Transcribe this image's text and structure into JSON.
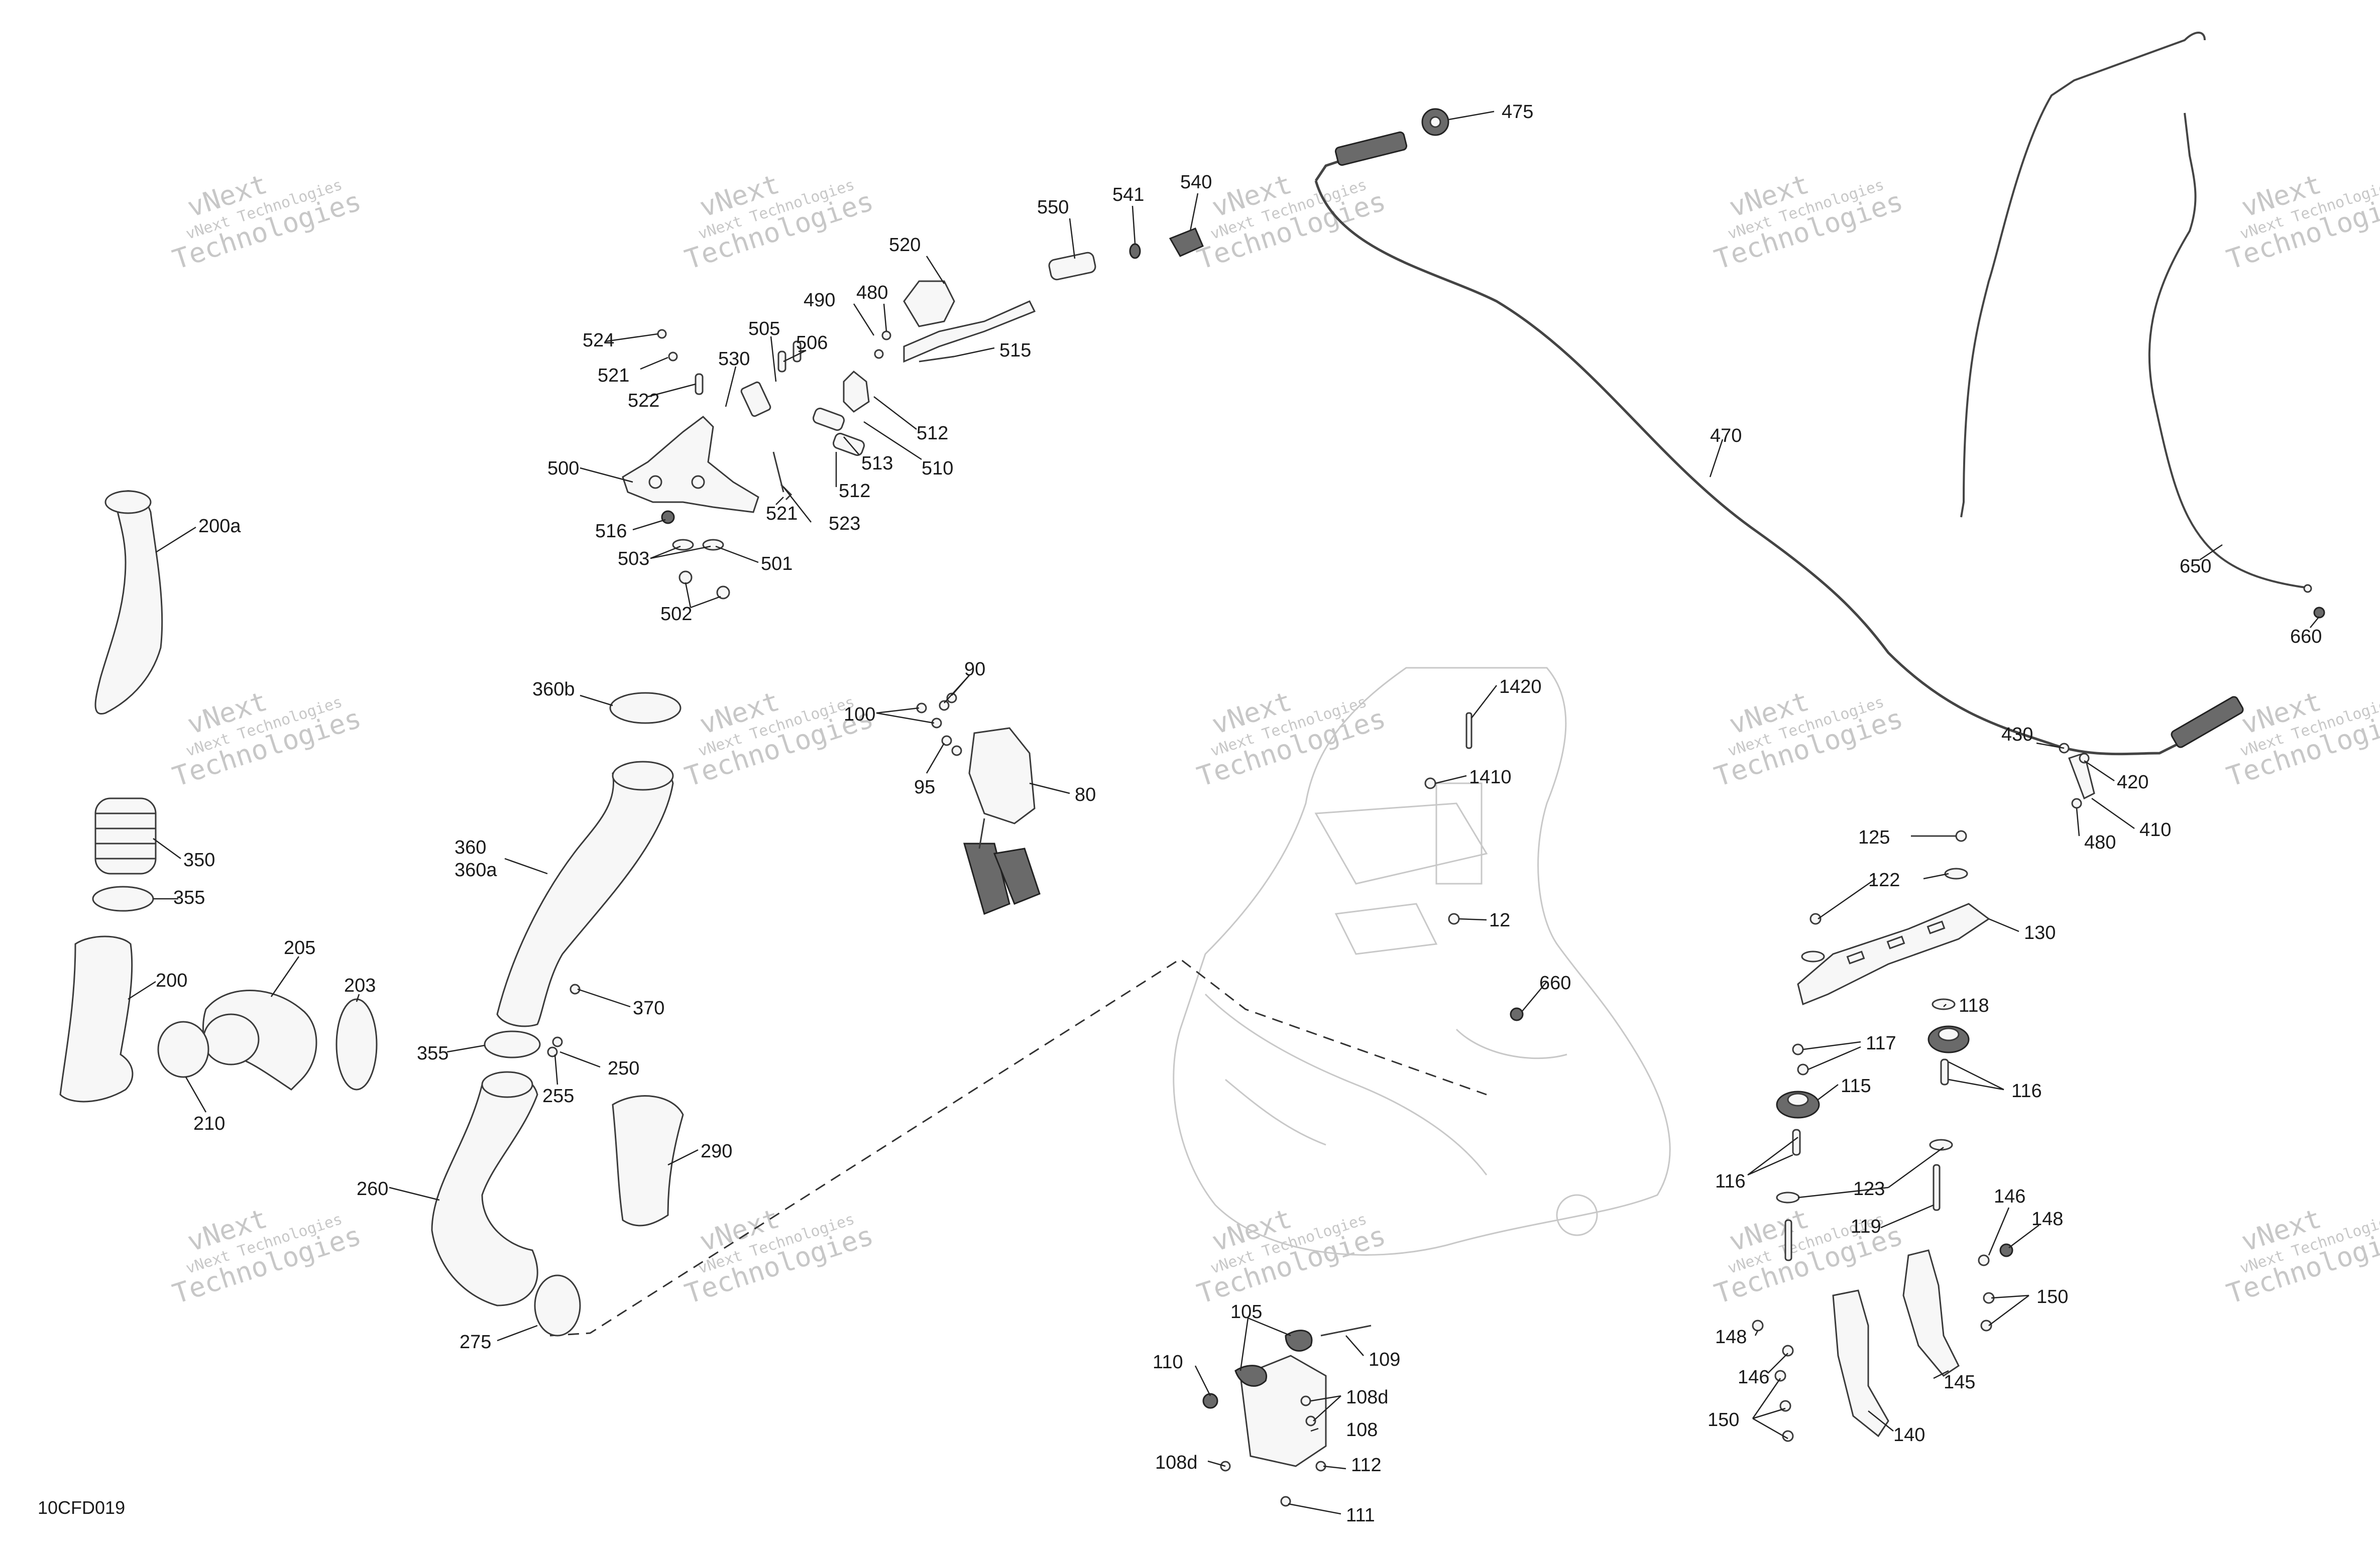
{
  "diagram_code": "10CFD019",
  "watermark": {
    "top": "vNext",
    "middle": "vNext Technologies",
    "bottom": "Technologies"
  },
  "labels": {
    "l475": "475",
    "l470": "470",
    "l650": "650",
    "l660a": "660",
    "l550": "550",
    "l541": "541",
    "l540": "540",
    "l520": "520",
    "l490": "490",
    "l480a": "480",
    "l524": "524",
    "l521a": "521",
    "l522": "522",
    "l530": "530",
    "l505": "505",
    "l506": "506",
    "l515": "515",
    "l512a": "512",
    "l510": "510",
    "l513": "513",
    "l512b": "512",
    "l500": "500",
    "l521b": "521",
    "l523": "523",
    "l516": "516",
    "l503": "503",
    "l501": "501",
    "l502": "502",
    "l200a": "200a",
    "l350": "350",
    "l355a": "355",
    "l200": "200",
    "l205": "205",
    "l203": "203",
    "l210": "210",
    "l360b": "360b",
    "l360": "360",
    "l360a": "360a",
    "l370": "370",
    "l355b": "355",
    "l250": "250",
    "l255": "255",
    "l290": "290",
    "l260": "260",
    "l275": "275",
    "l100": "100",
    "l90": "90",
    "l95": "95",
    "l80": "80",
    "l1420": "1420",
    "l1410": "1410",
    "l12": "12",
    "l660b": "660",
    "l430": "430",
    "l420": "420",
    "l410": "410",
    "l480b": "480",
    "l125": "125",
    "l122": "122",
    "l130": "130",
    "l118": "118",
    "l117": "117",
    "l115": "115",
    "l116a": "116",
    "l116b": "116",
    "l123": "123",
    "l119": "119",
    "l146a": "146",
    "l148a": "148",
    "l150a": "150",
    "l148b": "148",
    "l146b": "146",
    "l150b": "150",
    "l145": "145",
    "l140": "140",
    "l105": "105",
    "l109": "109",
    "l110": "110",
    "l108d_a": "108d",
    "l108": "108",
    "l108d_b": "108d",
    "l112": "112",
    "l111": "111"
  }
}
